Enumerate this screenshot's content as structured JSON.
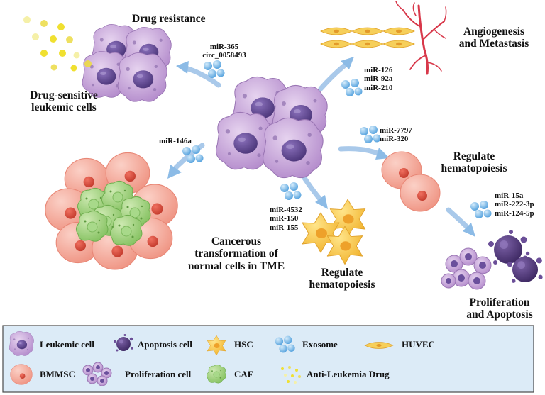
{
  "labels": {
    "drug_resistance": "Drug resistance",
    "drug_sensitive": [
      "Drug-sensitive",
      "leukemic cells"
    ],
    "angiogenesis": [
      "Angiogenesis",
      "and Metastasis"
    ],
    "regulate_top": [
      "Regulate",
      "hematopoiesis"
    ],
    "regulate_bottom": [
      "Regulate",
      "hematopoiesis"
    ],
    "cancerous": [
      "Cancerous",
      "transformation of",
      "normal cells in TME"
    ],
    "proliferation": [
      "Proliferation",
      "and Apoptosis"
    ]
  },
  "mirnas": {
    "drug_resistance": [
      "miR-365",
      "circ_0058493"
    ],
    "angiogenesis": [
      "miR-126",
      "miR-92a",
      "miR-210"
    ],
    "caf": [
      "miR-146a"
    ],
    "hsc": [
      "miR-4532",
      "miR-150",
      "miR-155"
    ],
    "bmmsc": [
      "miR-7797",
      "miR-320"
    ],
    "apoptosis": [
      "miR-15a",
      "miR-222-3p",
      "miR-124-5p"
    ]
  },
  "legend": {
    "items": [
      {
        "label": "Leukemic cell",
        "icon": "leukemic-cell-icon"
      },
      {
        "label": "Apoptosis cell",
        "icon": "apoptosis-cell-icon"
      },
      {
        "label": "HSC",
        "icon": "hsc-icon"
      },
      {
        "label": "Exosome",
        "icon": "exosome-icon"
      },
      {
        "label": "HUVEC",
        "icon": "huvec-icon"
      },
      {
        "label": "BMMSC",
        "icon": "bmmsc-icon"
      },
      {
        "label": "Proliferation cell",
        "icon": "proliferation-cell-icon"
      },
      {
        "label": "CAF",
        "icon": "caf-icon"
      },
      {
        "label": "Anti-Leukemia Drug",
        "icon": "drug-icon"
      }
    ]
  },
  "colors": {
    "leukemic": "#c9a8dc",
    "leukemic_nucleus": "#6a4f9c",
    "apoptosis": "#5a3f86",
    "hsc": "#f5c43a",
    "exosome": "#6fb3e6",
    "huvec": "#f2c24a",
    "bmmsc": "#f29a8a",
    "caf": "#9fd07a",
    "drug": "#f0e030",
    "arrow": "#9cc2e8",
    "vessel": "#d8384a",
    "legend_bg": "#dcebf7"
  }
}
